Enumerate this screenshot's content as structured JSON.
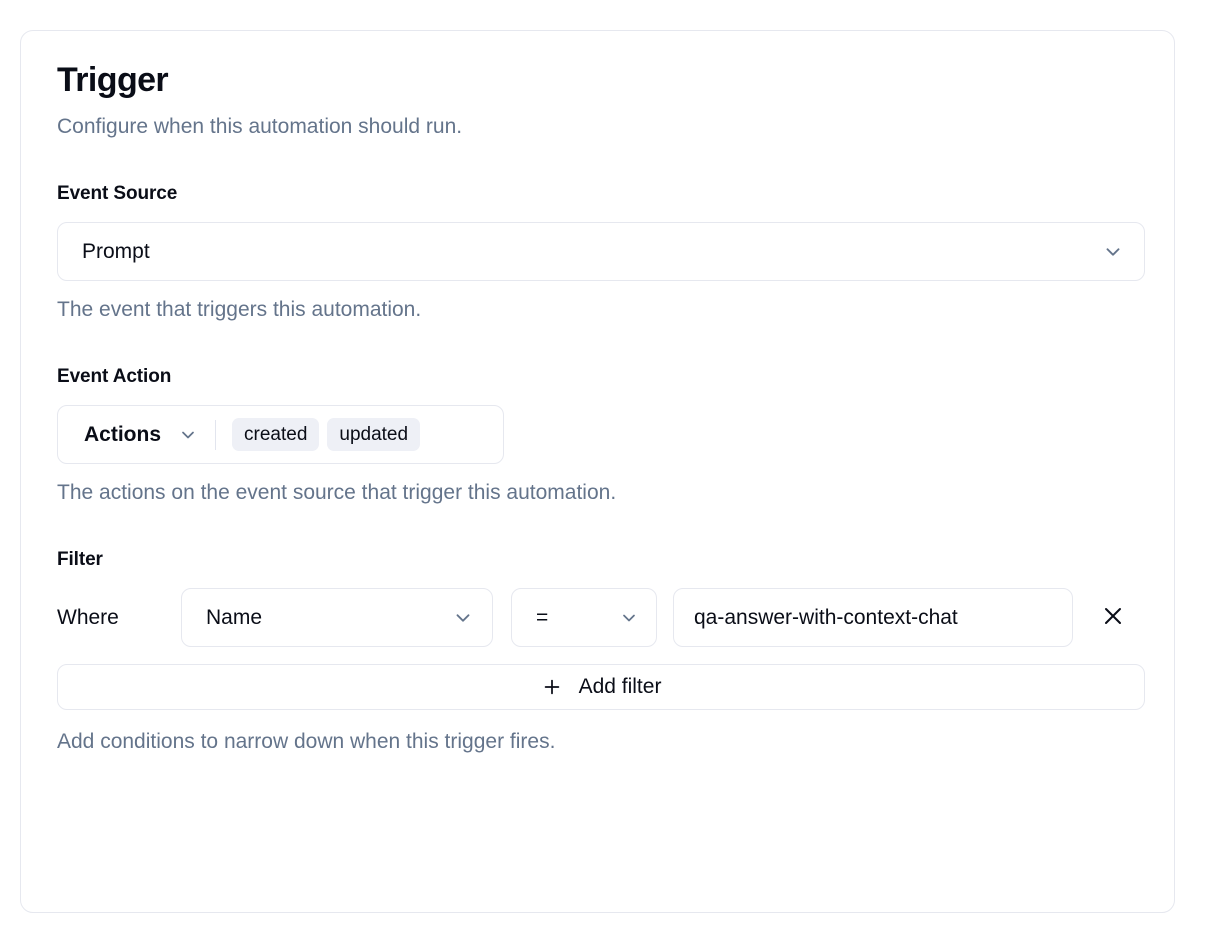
{
  "card": {
    "title": "Trigger",
    "subtitle": "Configure when this automation should run."
  },
  "event_source": {
    "label": "Event Source",
    "selected": "Prompt",
    "help": "The event that triggers this automation.",
    "chevron_icon": "chevron-down-icon"
  },
  "event_action": {
    "label": "Event Action",
    "trigger_label": "Actions",
    "selected_actions": [
      "created",
      "updated"
    ],
    "help": "The actions on the event source that trigger this automation.",
    "chevron_icon": "chevron-down-icon"
  },
  "filter": {
    "label": "Filter",
    "where_label": "Where",
    "field": "Name",
    "operator": "=",
    "value": "qa-answer-with-context-chat",
    "remove_icon": "close-icon",
    "add_filter_label": "Add filter",
    "add_filter_icon": "plus-icon",
    "help": "Add conditions to narrow down when this trigger fires."
  },
  "colors": {
    "text_primary": "#0a0d17",
    "text_muted": "#64748b",
    "border": "#e6e8ef",
    "badge_bg": "#eef0f6",
    "icon": "#64748b",
    "surface": "#ffffff"
  }
}
